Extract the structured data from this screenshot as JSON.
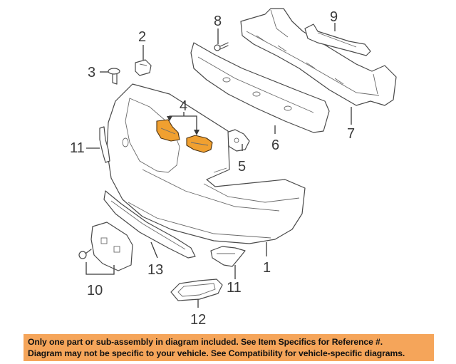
{
  "callouts": {
    "c1": "1",
    "c2": "2",
    "c3": "3",
    "c4": "4",
    "c5": "5",
    "c6": "6",
    "c7": "7",
    "c8": "8",
    "c9": "9",
    "c10": "10",
    "c11a": "11",
    "c11b": "11",
    "c12": "12",
    "c13": "13"
  },
  "disclaimer": {
    "line1": "Only one part or sub-assembly in diagram included. See Item Specifics for Reference #.",
    "line2": "Diagram may not be specific to your vehicle. See Compatibility for vehicle-specific diagrams."
  },
  "colors": {
    "highlight_part": "#f0a030",
    "disclaimer_background": "#f5a55a",
    "line_art": "#4a4a4a"
  }
}
